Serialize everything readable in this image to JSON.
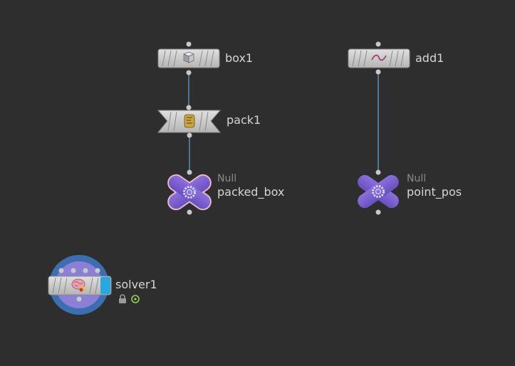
{
  "network": {
    "nodes": [
      {
        "id": "box1",
        "label": "box1",
        "kind": "box",
        "icon": "cube-icon"
      },
      {
        "id": "pack1",
        "label": "pack1",
        "kind": "pack",
        "icon": "pack-icon"
      },
      {
        "id": "packed_box",
        "label": "packed_box",
        "type_label": "Null",
        "kind": "null",
        "icon": "gear-icon"
      },
      {
        "id": "add1",
        "label": "add1",
        "kind": "add",
        "icon": "curve-icon"
      },
      {
        "id": "point_pos",
        "label": "point_pos",
        "type_label": "Null",
        "kind": "null",
        "icon": "gear-icon"
      },
      {
        "id": "solver1",
        "label": "solver1",
        "kind": "solver",
        "icon": "brain-icon"
      }
    ],
    "connections": [
      {
        "from": "box1",
        "to": "pack1"
      },
      {
        "from": "pack1",
        "to": "packed_box"
      },
      {
        "from": "add1",
        "to": "point_pos"
      }
    ]
  },
  "colors": {
    "background": "#2e2e2e",
    "wire": "#5a8db4",
    "node_body": "#c9c9c9",
    "null_node": "#7b5fc9",
    "solver_ring": "#3d6eb0",
    "solver_inner": "#8c7fd6",
    "display_flag": "#28a8e0"
  }
}
